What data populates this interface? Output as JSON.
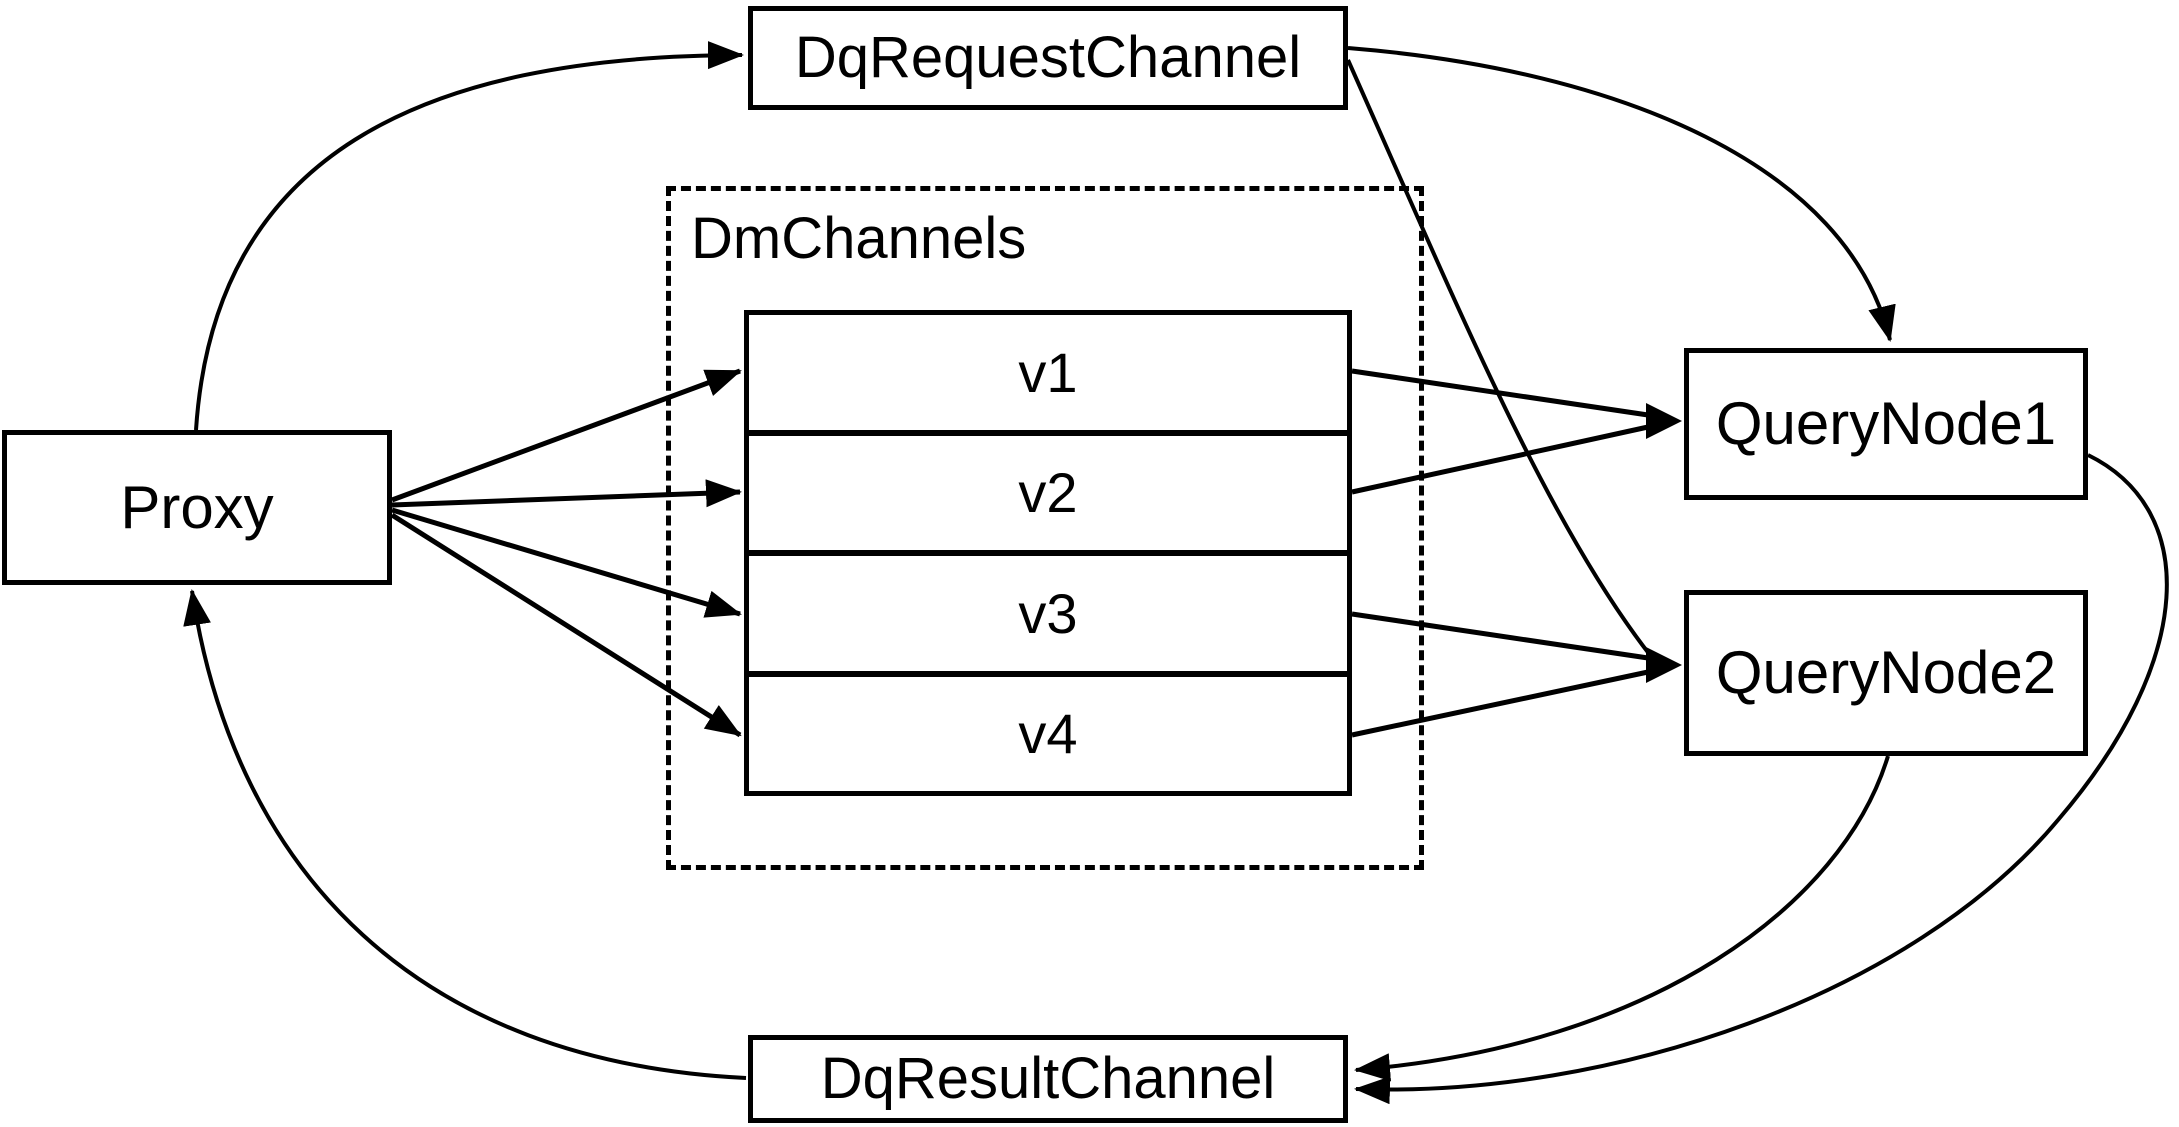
{
  "diagram": {
    "background_color": "#ffffff",
    "line_color": "#000000",
    "nodes": {
      "proxy": {
        "label": "Proxy"
      },
      "dq_request_channel": {
        "label": "DqRequestChannel"
      },
      "dm_channels": {
        "label": "DmChannels",
        "channels": [
          {
            "label": "v1"
          },
          {
            "label": "v2"
          },
          {
            "label": "v3"
          },
          {
            "label": "v4"
          }
        ]
      },
      "query_node_1": {
        "label": "QueryNode1"
      },
      "query_node_2": {
        "label": "QueryNode2"
      },
      "dq_result_channel": {
        "label": "DqResultChannel"
      }
    },
    "edges": [
      {
        "from": "Proxy",
        "to": "DqRequestChannel"
      },
      {
        "from": "DqRequestChannel",
        "to": "QueryNode1"
      },
      {
        "from": "DqRequestChannel",
        "to": "QueryNode2"
      },
      {
        "from": "Proxy",
        "to": "v1"
      },
      {
        "from": "Proxy",
        "to": "v2"
      },
      {
        "from": "Proxy",
        "to": "v3"
      },
      {
        "from": "Proxy",
        "to": "v4"
      },
      {
        "from": "v1",
        "to": "QueryNode1"
      },
      {
        "from": "v2",
        "to": "QueryNode1"
      },
      {
        "from": "v3",
        "to": "QueryNode2"
      },
      {
        "from": "v4",
        "to": "QueryNode2"
      },
      {
        "from": "QueryNode1",
        "to": "DqResultChannel"
      },
      {
        "from": "QueryNode2",
        "to": "DqResultChannel"
      },
      {
        "from": "DqResultChannel",
        "to": "Proxy"
      }
    ]
  }
}
